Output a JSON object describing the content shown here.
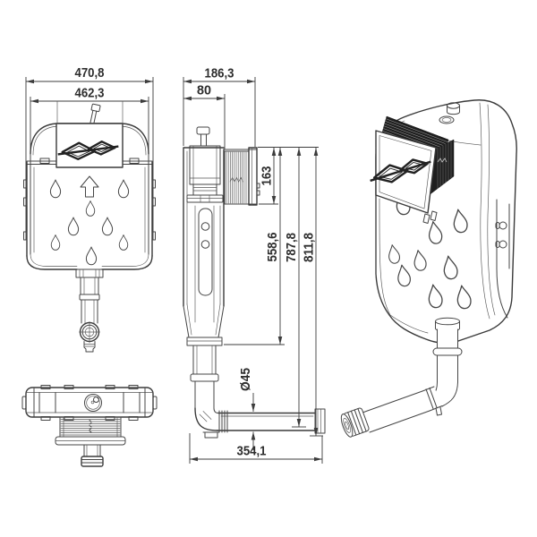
{
  "drawing": {
    "dimensions": {
      "front_width_outer": "470,8",
      "front_width_inner": "462,3",
      "depth_total": "186,3",
      "depth_front": "80",
      "shaft_height": "163",
      "tank_height": "558,6",
      "outlet_height": "787,8",
      "total_height": "811,8",
      "pipe_diameter": "Ø45",
      "pipe_length": "354,1"
    },
    "colors": {
      "line": "#454545",
      "dimension": "#3c3c3c",
      "text": "#2d2d2d",
      "bellows_dark": "#1e1e1e",
      "background": "#ffffff"
    }
  }
}
